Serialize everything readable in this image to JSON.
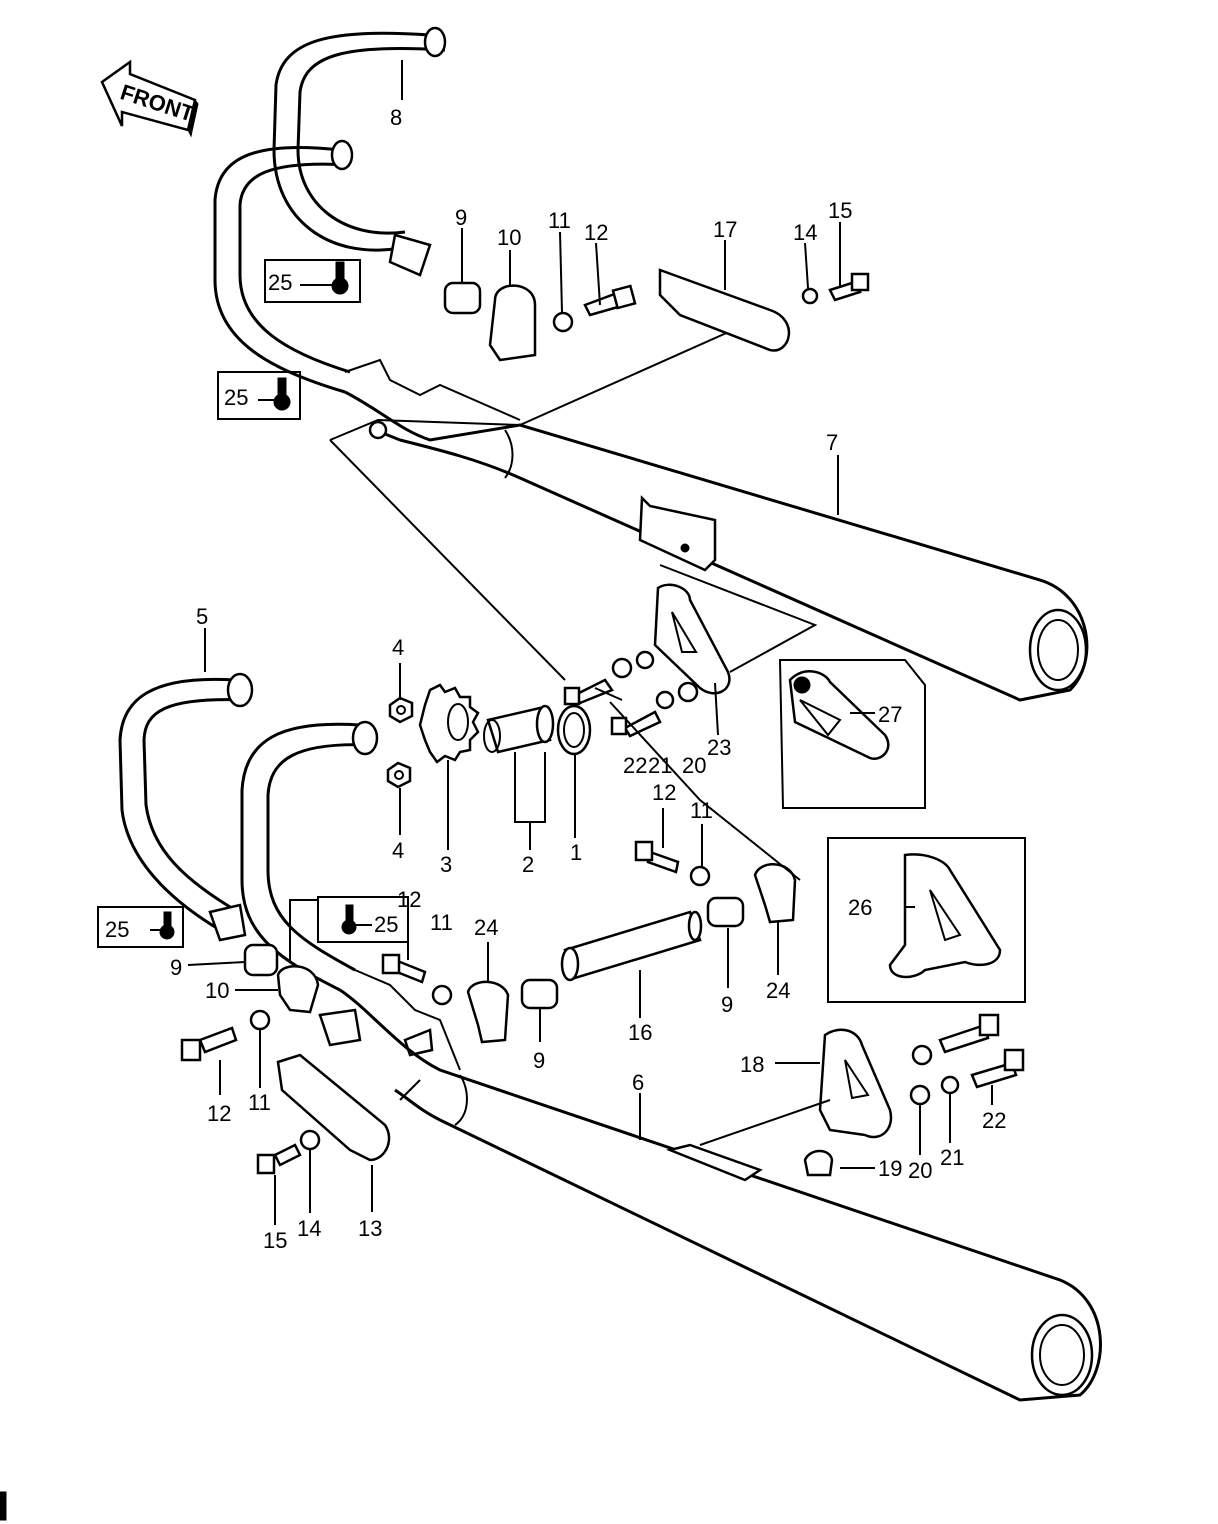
{
  "diagram": {
    "direction_label": "FRONT",
    "callouts": {
      "c1": "1",
      "c2": "2",
      "c3": "3",
      "c4a": "4",
      "c4b": "4",
      "c5": "5",
      "c6": "6",
      "c7": "7",
      "c8": "8",
      "c9a": "9",
      "c9b": "9",
      "c9c": "9",
      "c9d": "9",
      "c10a": "10",
      "c10b": "10",
      "c11a": "11",
      "c11b": "11",
      "c11c": "11",
      "c11d": "11",
      "c12a": "12",
      "c12b": "12",
      "c12c": "12",
      "c12d": "12",
      "c13": "13",
      "c14a": "14",
      "c14b": "14",
      "c15a": "15",
      "c15b": "15",
      "c16": "16",
      "c17": "17",
      "c18": "18",
      "c19": "19",
      "c20a": "20",
      "c20b": "20",
      "c21a": "21",
      "c21b": "21",
      "c22a": "22",
      "c22b": "22",
      "c23": "23",
      "c24a": "24",
      "c24b": "24",
      "c25a": "25",
      "c25b": "25",
      "c25c": "25",
      "c25d": "25",
      "c26": "26",
      "c27": "27"
    }
  }
}
